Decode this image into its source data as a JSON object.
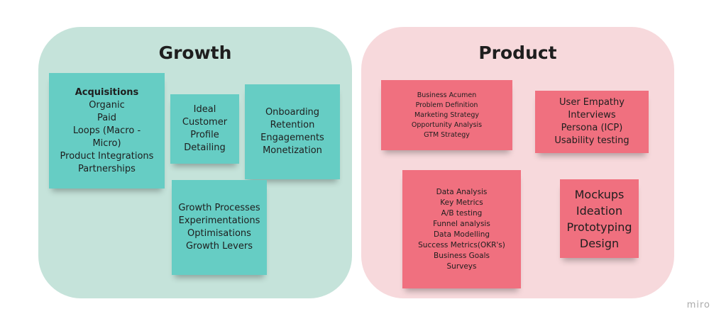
{
  "growth": {
    "title": "Growth",
    "notes": [
      {
        "heading": "Acquisitions",
        "lines": [
          "Organic",
          "Paid",
          "Loops (Macro -",
          "Micro)",
          "Product Integrations",
          "Partnerships"
        ]
      },
      {
        "lines": [
          "Ideal",
          "Customer",
          "Profile",
          "Detailing"
        ]
      },
      {
        "lines": [
          "Onboarding",
          "Retention",
          "Engagements",
          "Monetization"
        ]
      },
      {
        "lines": [
          "Growth Processes",
          "Experimentations",
          "Optimisations",
          "Growth Levers"
        ]
      }
    ]
  },
  "product": {
    "title": "Product",
    "notes": [
      {
        "lines": [
          "Business Acumen",
          "Problem Definition",
          "Marketing Strategy",
          "Opportunity Analysis",
          "GTM Strategy"
        ]
      },
      {
        "lines": [
          "User Empathy",
          "Interviews",
          "Persona (ICP)",
          "Usability testing"
        ]
      },
      {
        "lines": [
          "Data Analysis",
          "Key Metrics",
          "A/B testing",
          "Funnel analysis",
          "Data Modelling",
          "Success Metrics(OKR's)",
          "Business Goals",
          "Surveys"
        ]
      },
      {
        "lines": [
          "Mockups",
          "Ideation",
          "Prototyping",
          "Design"
        ]
      }
    ]
  },
  "logo": "miro",
  "colors": {
    "growth_bg": "#c5e3da",
    "teal_note": "#66cdc4",
    "product_bg": "#f7d9dc",
    "pink_note": "#f0707f"
  }
}
